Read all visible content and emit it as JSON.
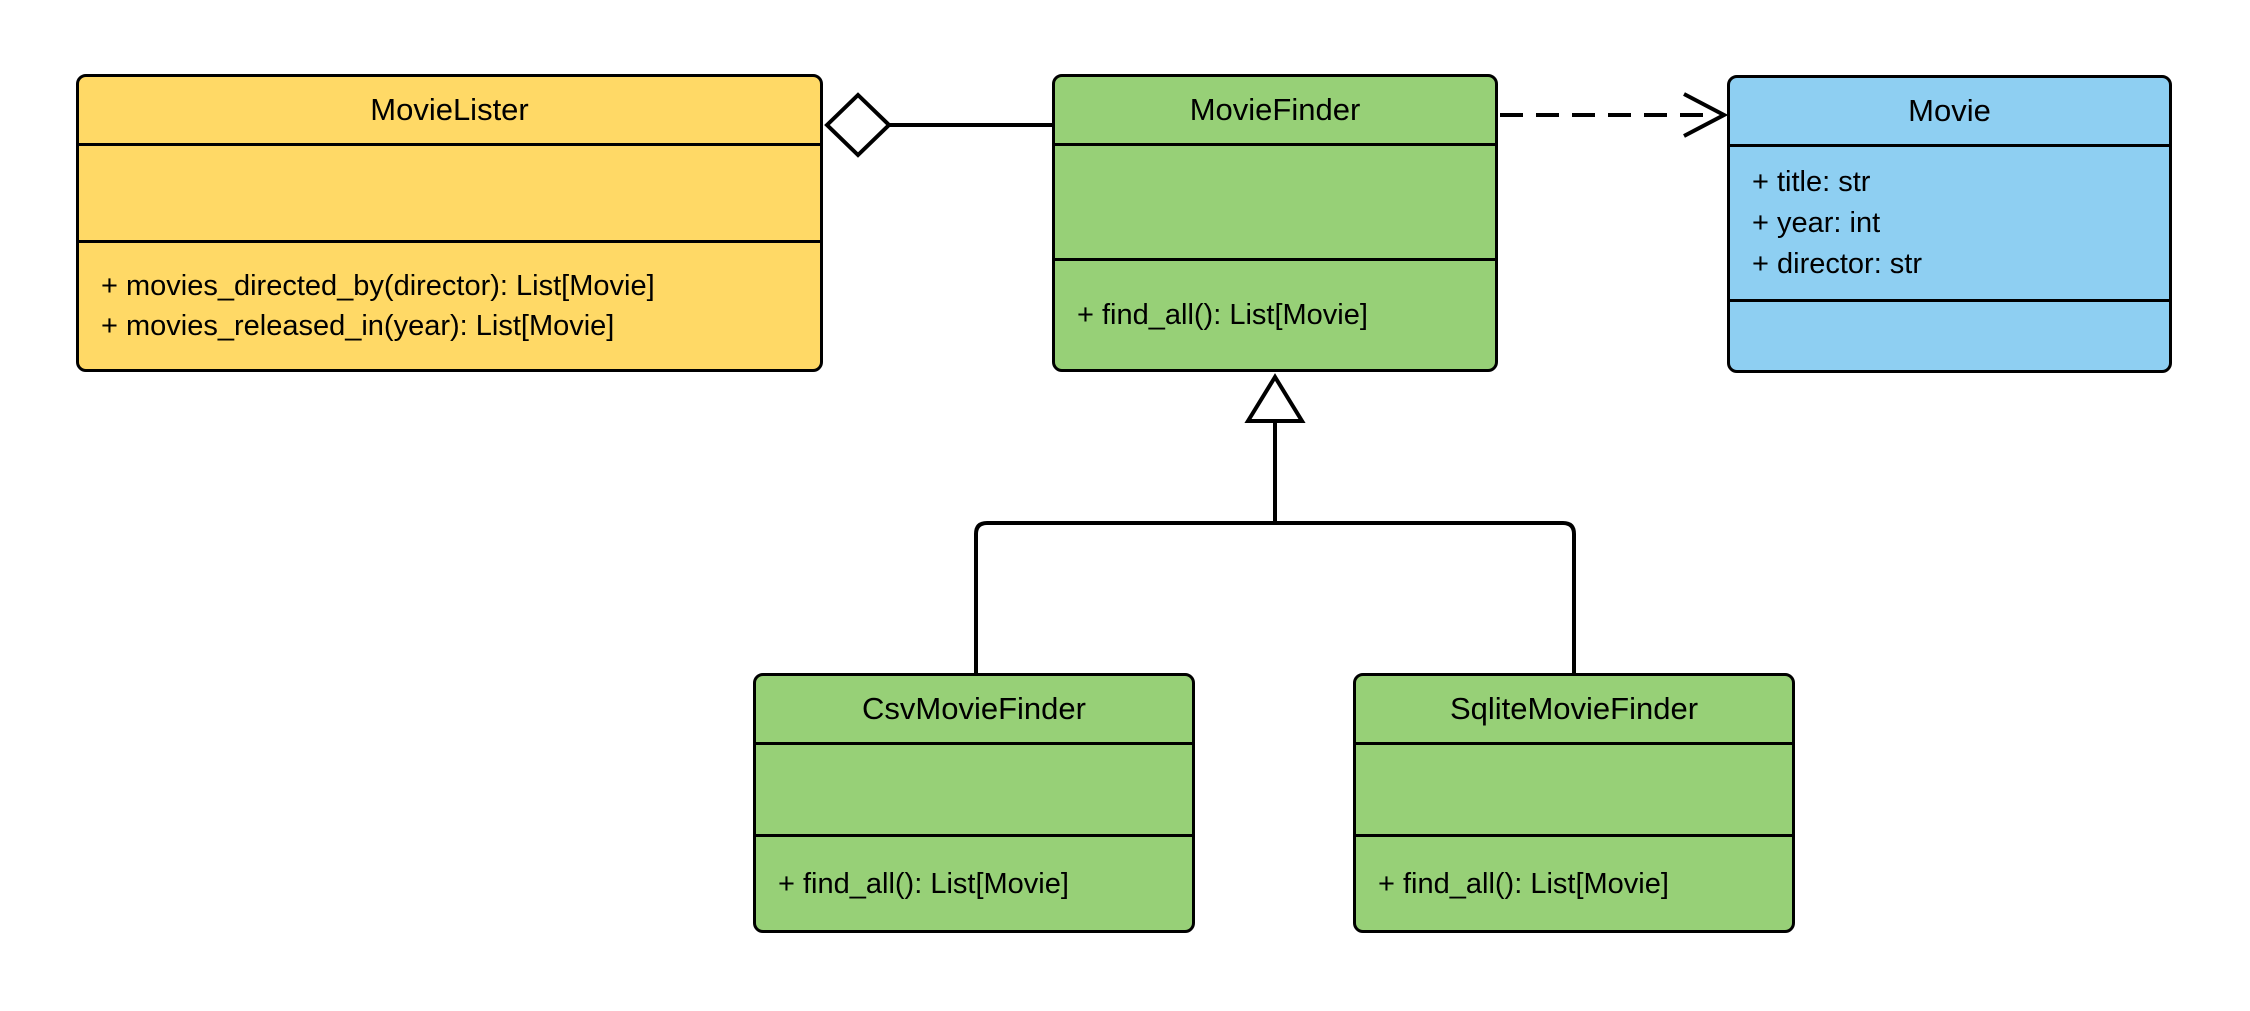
{
  "diagram": {
    "kind": "uml-class-diagram",
    "classes": [
      {
        "name": "MovieLister",
        "fill": "#FFD966",
        "attributes": [],
        "methods": [
          "+ movies_directed_by(director): List[Movie]",
          "+ movies_released_in(year): List[Movie]"
        ]
      },
      {
        "name": "MovieFinder",
        "fill": "#97D077",
        "attributes": [],
        "methods": [
          "+ find_all(): List[Movie]"
        ]
      },
      {
        "name": "Movie",
        "fill": "#8ECFF2",
        "attributes": [
          "+ title: str",
          "+ year: int",
          "+ director: str"
        ],
        "methods": []
      },
      {
        "name": "CsvMovieFinder",
        "fill": "#97D077",
        "attributes": [],
        "methods": [
          "+ find_all(): List[Movie]"
        ]
      },
      {
        "name": "SqliteMovieFinder",
        "fill": "#97D077",
        "attributes": [],
        "methods": [
          "+ find_all(): List[Movie]"
        ]
      }
    ],
    "relationships": [
      {
        "type": "aggregation",
        "from": "MovieLister",
        "to": "MovieFinder"
      },
      {
        "type": "dependency",
        "from": "MovieFinder",
        "to": "Movie"
      },
      {
        "type": "inheritance",
        "from": "CsvMovieFinder",
        "to": "MovieFinder"
      },
      {
        "type": "inheritance",
        "from": "SqliteMovieFinder",
        "to": "MovieFinder"
      }
    ],
    "colors": {
      "class_yellow": "#FFD966",
      "class_green": "#97D077",
      "class_blue": "#8ECFF2",
      "edge": "#000000",
      "hollow_marker_fill": "#FFFFFF",
      "canvas": "#FFFFFF"
    }
  }
}
